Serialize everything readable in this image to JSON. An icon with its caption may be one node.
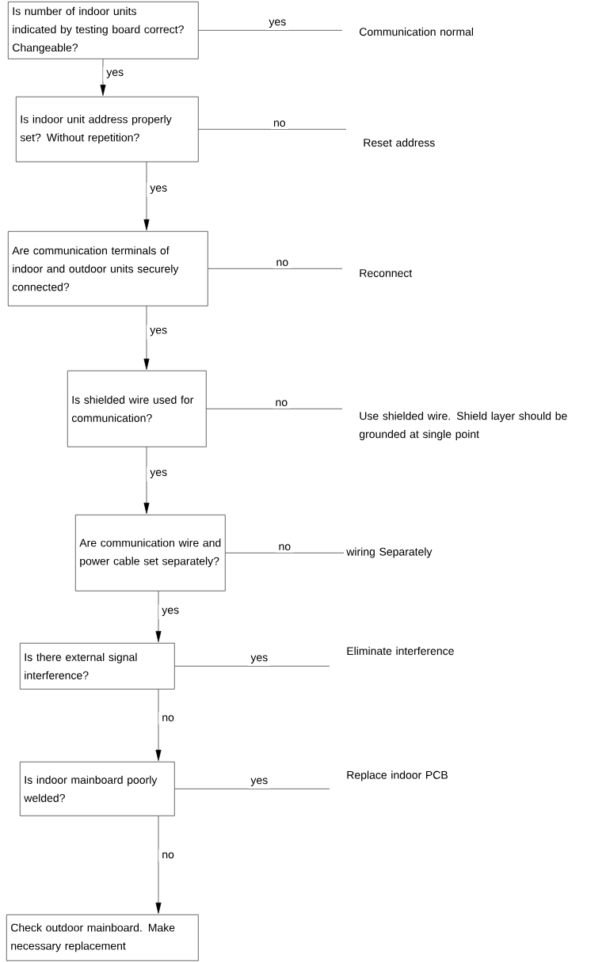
{
  "diagram": {
    "nodes": [
      {
        "text": [
          "Is number of indoor units indicated by testing board correct? Changeable?"
        ]
      },
      {
        "text": [
          "Communication normal"
        ]
      },
      {
        "text": [
          "Is indoor unit address properly set? Without repetition?"
        ]
      },
      {
        "text": [
          "Reset address"
        ]
      },
      {
        "text": [
          "Are communication terminals of indoor and outdoor units securely connected?"
        ]
      },
      {
        "text": [
          "Reconnect"
        ]
      },
      {
        "text": [
          "Is shielded wire used for communication?"
        ]
      },
      {
        "text": [
          "Use shielded wire. Shield layer should be grounded at single point"
        ]
      },
      {
        "text": [
          "Are communication wire and power cable set separately?"
        ]
      },
      {
        "text": [
          "wiring Separately"
        ]
      },
      {
        "text": [
          "Is there external signal interference?"
        ]
      },
      {
        "text": [
          "Eliminate interference"
        ]
      },
      {
        "text": [
          "Is indoor mainboard poorly welded?"
        ]
      },
      {
        "text": [
          "Replace indoor PCB"
        ]
      },
      {
        "text": [
          "Check outdoor mainboard. Make necessary replacement"
        ]
      }
    ],
    "edges": [
      {
        "from": 0,
        "to": 1,
        "arrow": "none",
        "label": "yes"
      },
      {
        "from": 0,
        "to": 2,
        "arrow": "to",
        "label": "yes"
      },
      {
        "from": 2,
        "to": 3,
        "arrow": "none",
        "label": "no"
      },
      {
        "from": 2,
        "to": 4,
        "arrow": "to",
        "label": "yes"
      },
      {
        "from": 4,
        "to": 5,
        "arrow": "none",
        "label": "no"
      },
      {
        "from": 4,
        "to": 6,
        "arrow": "to",
        "label": "yes"
      },
      {
        "from": 6,
        "to": 7,
        "arrow": "none",
        "label": "no"
      },
      {
        "from": 6,
        "to": 8,
        "arrow": "to",
        "label": "yes"
      },
      {
        "from": 8,
        "to": 9,
        "arrow": "none",
        "label": "no"
      },
      {
        "from": 8,
        "to": 10,
        "arrow": "to",
        "label": "yes"
      },
      {
        "from": 10,
        "to": 11,
        "arrow": "none",
        "label": "yes"
      },
      {
        "from": 10,
        "to": 12,
        "arrow": "to",
        "label": "no"
      },
      {
        "from": 12,
        "to": 13,
        "arrow": "none",
        "label": "yes"
      },
      {
        "from": 12,
        "to": 14,
        "arrow": "to",
        "label": "no"
      }
    ]
  }
}
